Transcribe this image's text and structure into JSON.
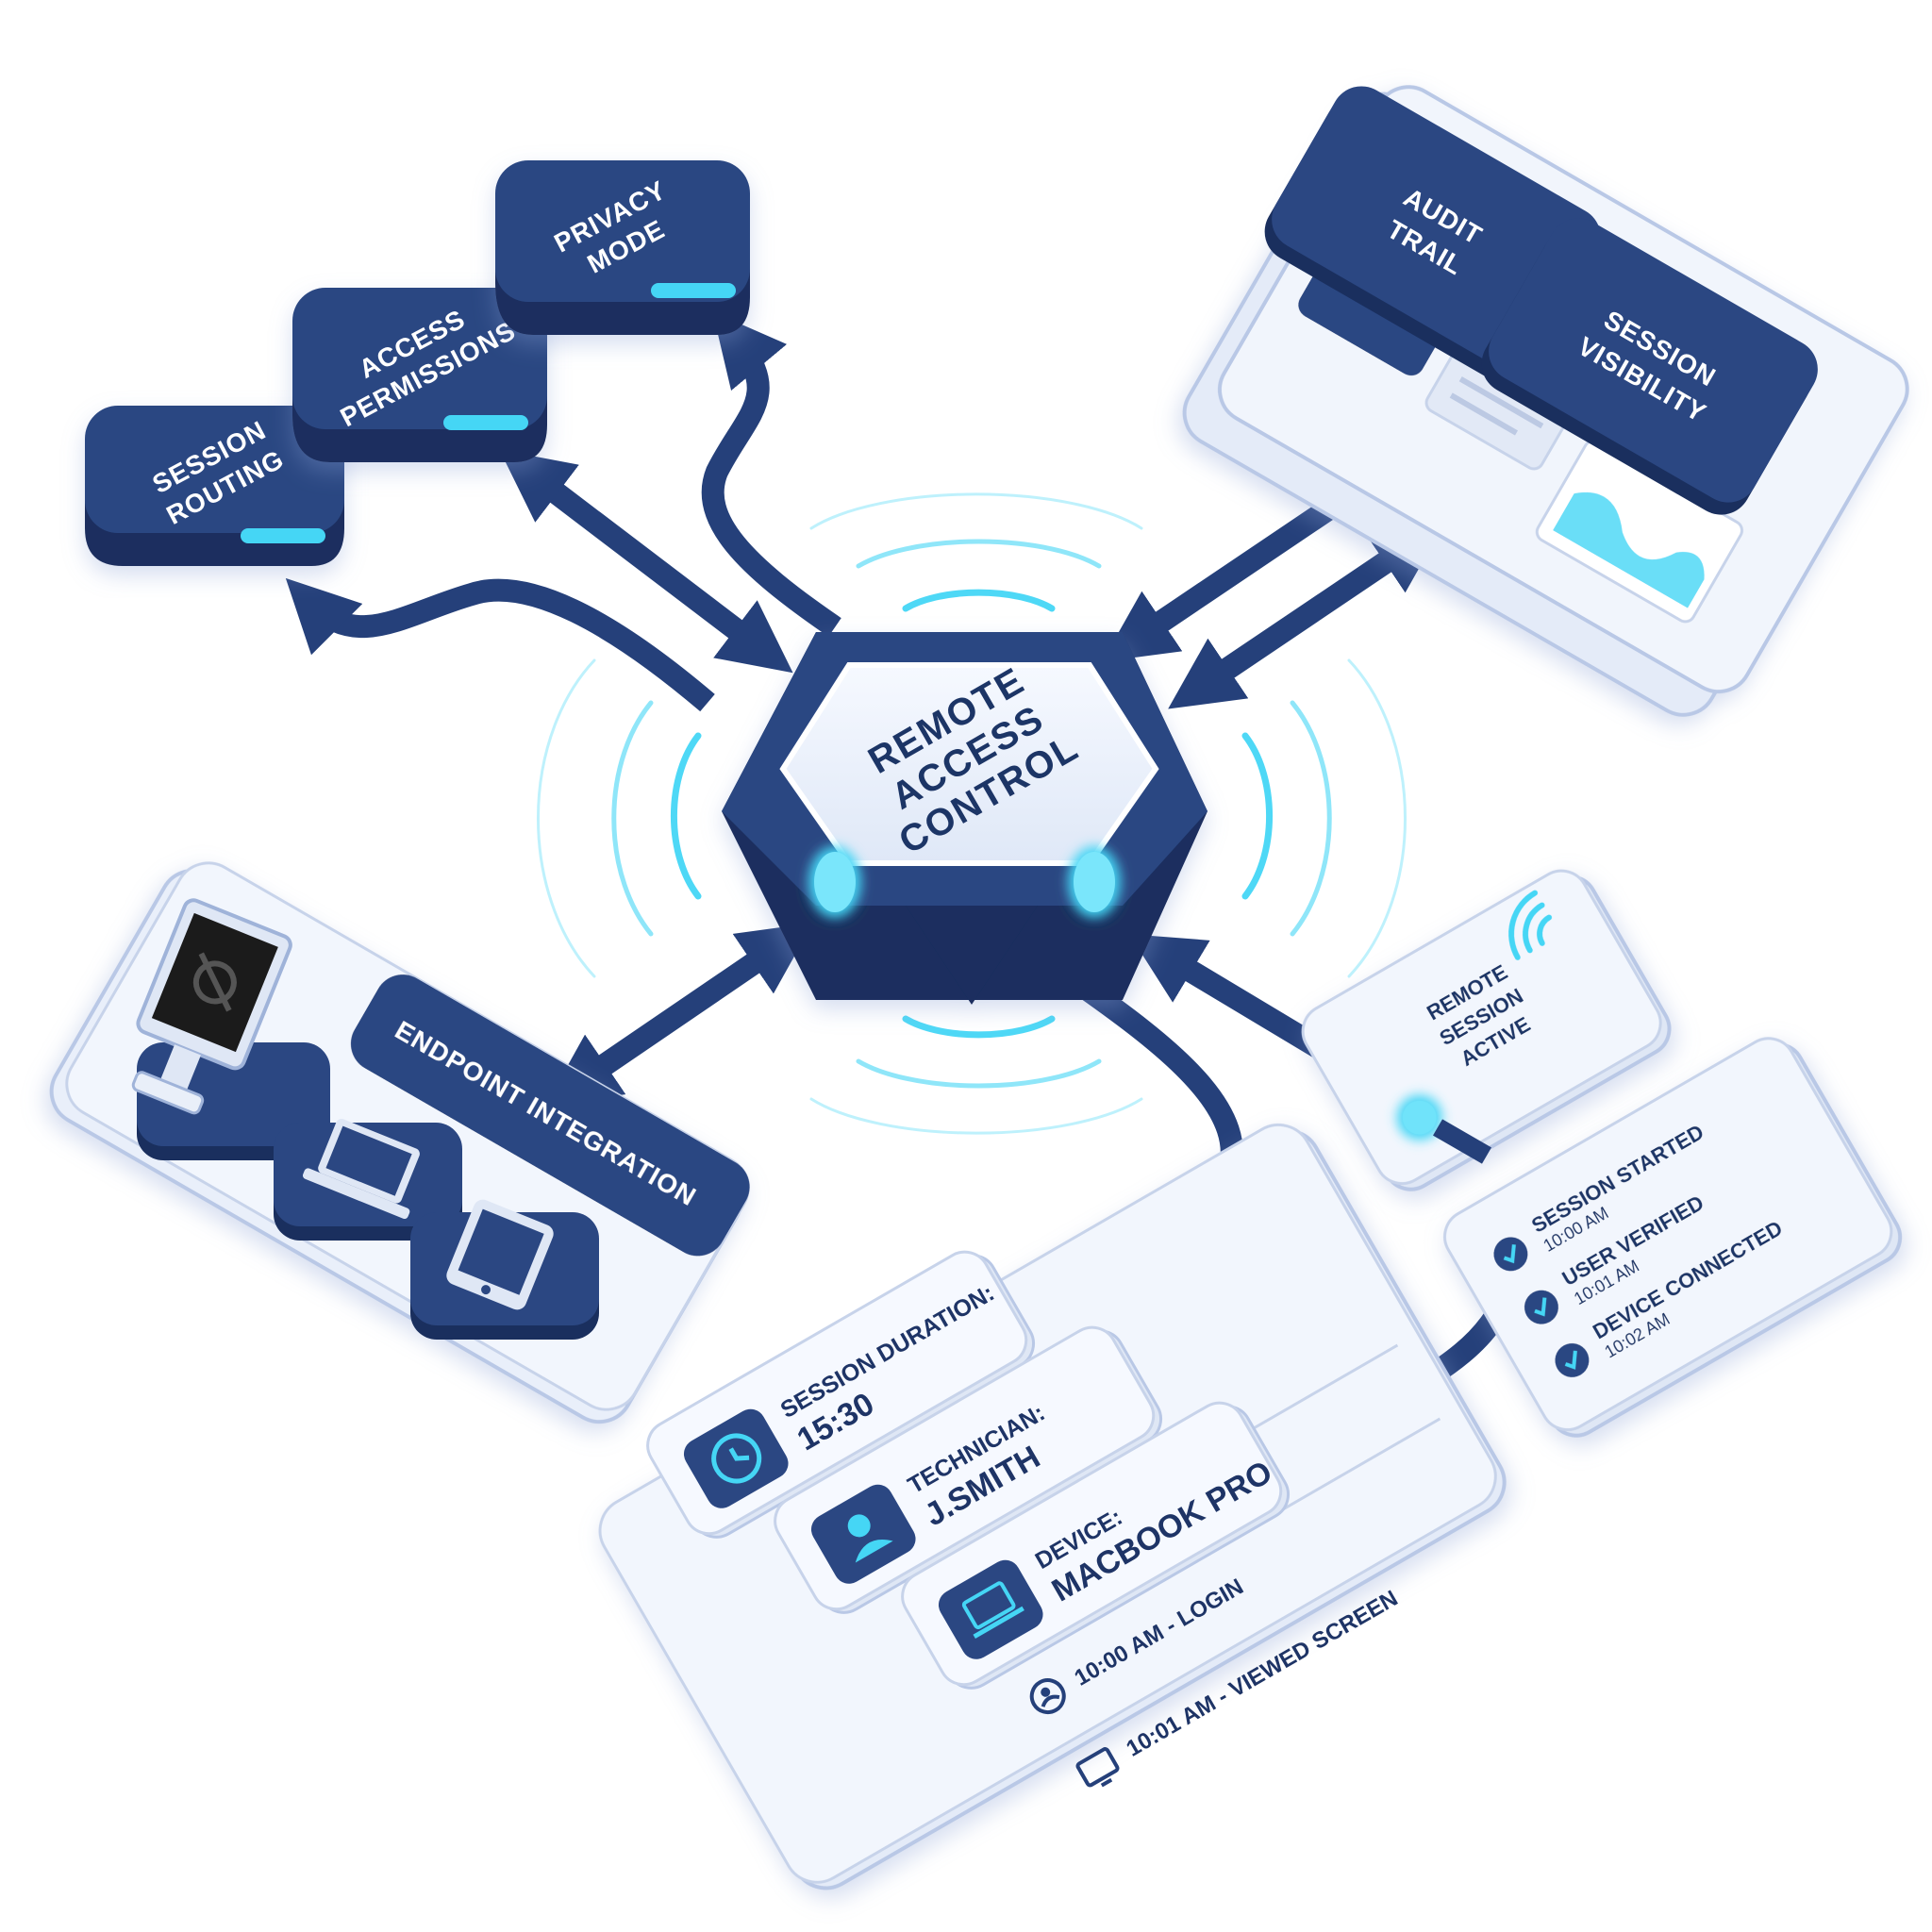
{
  "hub": {
    "label_lines": [
      "REMOTE",
      "ACCESS",
      "CONTROL"
    ]
  },
  "modules": {
    "session_routing": [
      "SESSION",
      "ROUTING"
    ],
    "access_permissions": [
      "ACCESS",
      "PERMISSIONS"
    ],
    "privacy_mode": [
      "PRIVACY",
      "MODE"
    ]
  },
  "audit_panel": {
    "audit_trail": [
      "AUDIT",
      "TRAIL"
    ],
    "session_visibility": [
      "SESSION",
      "VISIBILITY"
    ]
  },
  "endpoint_panel": {
    "title": "ENDPOINT INTEGRATION"
  },
  "status_card": {
    "label_lines": [
      "REMOTE",
      "SESSION",
      "ACTIVE"
    ]
  },
  "timeline": [
    {
      "event": "SESSION STARTED",
      "time": "10:00 AM"
    },
    {
      "event": "USER VERIFIED",
      "time": "10:01 AM"
    },
    {
      "event": "DEVICE CONNECTED",
      "time": "10:02 AM"
    }
  ],
  "session_details": {
    "duration_label": "SESSION DURATION:",
    "duration_value": "15:30",
    "technician_label": "TECHNICIAN:",
    "technician_value": "J.SMITH",
    "device_label": "DEVICE:",
    "device_value": "MACBOOK PRO",
    "log": [
      "10:00 AM - LOGIN",
      "10:01 AM - VIEWED SCREEN"
    ]
  },
  "icons": {
    "hub_lights": "glow-light-icon",
    "signal_waves": "signal-wave-icon",
    "monitor": "monitor-privacy-icon",
    "laptop": "laptop-icon",
    "tablet": "tablet-icon",
    "clock": "clock-icon",
    "user": "user-icon",
    "device": "laptop-icon",
    "check": "check-icon",
    "wifi": "wifi-icon"
  },
  "colors": {
    "navy": "#25407a",
    "navy_dark": "#1a2f5e",
    "card_light": "#eef3fb",
    "card_edge": "#b9c8e6",
    "glow": "#45d6f5"
  }
}
